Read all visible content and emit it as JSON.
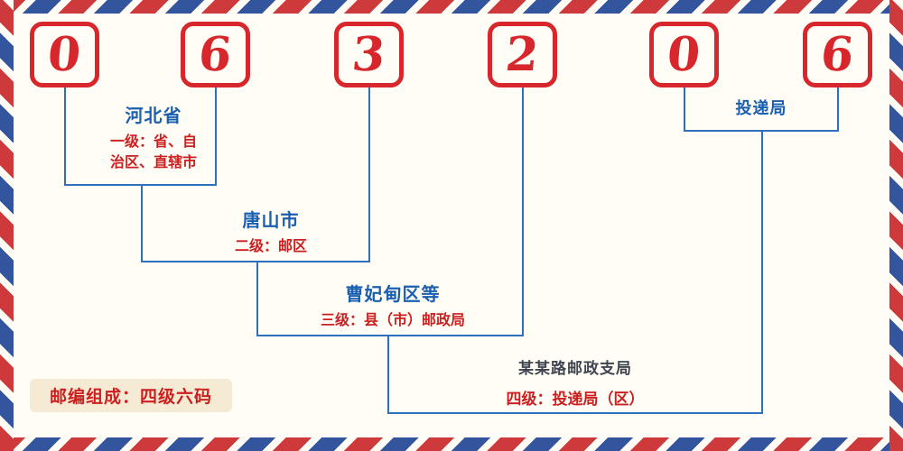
{
  "postal_code": {
    "digits": [
      "0",
      "6",
      "3",
      "2",
      "0",
      "6"
    ]
  },
  "levels": {
    "level1": {
      "name": "河北省",
      "desc_line1": "一级：省、自",
      "desc_line2": "治区、直辖市"
    },
    "level2": {
      "name": "唐山市",
      "desc": "二级：邮区"
    },
    "level3": {
      "name": "曹妃甸区等",
      "desc": "三级：县（市）邮政局"
    },
    "level4": {
      "name": "某某路邮政支局",
      "desc": "四级：投递局（区）"
    },
    "delivery": {
      "name": "投递局"
    }
  },
  "badge": {
    "text": "邮编组成：四级六码"
  },
  "colors": {
    "bg": "#fffdf6",
    "red": "#d7262c",
    "stripe_red": "#ce3a3c",
    "stripe_blue": "#33559e",
    "line_blue": "#2e6fbe",
    "text_blue": "#1b5fb0",
    "text_red": "#cc2020",
    "dark": "#3f4650",
    "badge_bg": "#f5ead3"
  }
}
